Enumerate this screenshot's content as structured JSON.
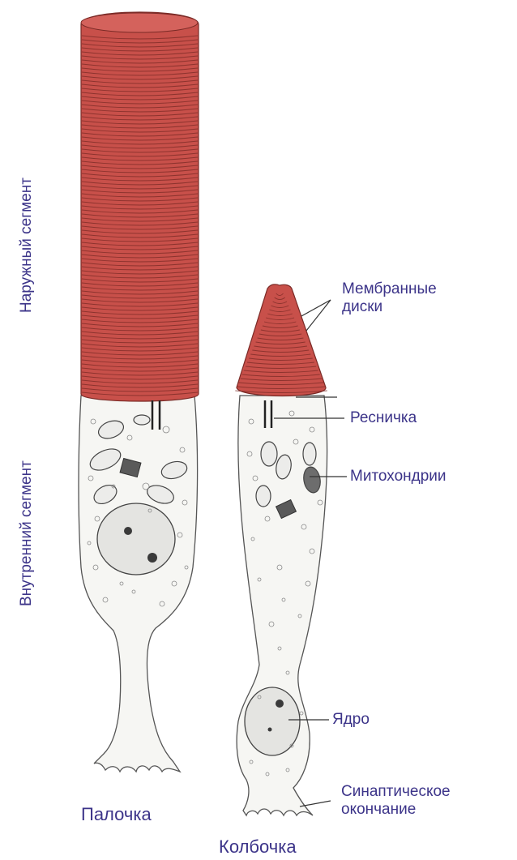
{
  "labels": {
    "outer_segment": "Наружный сегмент",
    "inner_segment": "Внутренний сегмент",
    "membrane_disks_line1": "Мембранные",
    "membrane_disks_line2": "диски",
    "cilium": "Ресничка",
    "mitochondria": "Митохондрии",
    "nucleus": "Ядро",
    "synaptic_line1": "Синаптическое",
    "synaptic_line2": "окончание",
    "rod": "Палочка",
    "cone": "Колбочка"
  },
  "colors": {
    "outer_segment_fill": "#c8504a",
    "disk_line": "#7a2a26",
    "cell_outline": "#555555",
    "cytoplasm": "#f6f6f3",
    "label_text": "#3c3489",
    "organelle": "#444444"
  }
}
